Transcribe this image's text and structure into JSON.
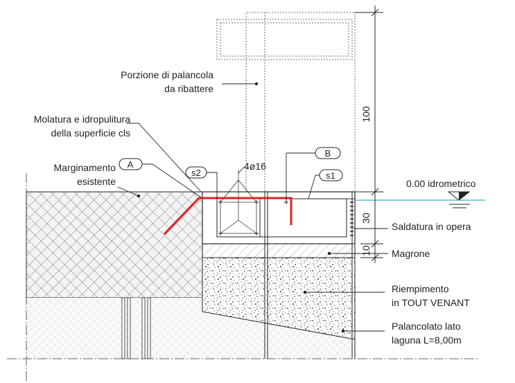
{
  "labels": {
    "porzione_line1": "Porzione di palancola",
    "porzione_line2": "da ribattere",
    "molatura_line1": "Molatura e idropulitura",
    "molatura_line2": "della superficie cls",
    "marginamento_line1": "Marginamento",
    "marginamento_line2": "esistente",
    "rebars": "4ø16",
    "idrometrico": "0.00 idrometrico",
    "saldatura": "Saldatura in opera",
    "magrone": "Magrone",
    "riempimento_line1": "Riempimento",
    "riempimento_line2": "in TOUT VENANT",
    "palancolato_line1": "Palancolato lato",
    "palancolato_line2": "laguna L=8,00m"
  },
  "tags": {
    "A": "A",
    "B": "B",
    "s1": "s1",
    "s2": "s2"
  },
  "dimensions": {
    "d100": "100",
    "d30": "30",
    "d10": "10"
  },
  "colors": {
    "rebar": "#e02020",
    "water": "#3ab0c0",
    "line": "#222222"
  }
}
